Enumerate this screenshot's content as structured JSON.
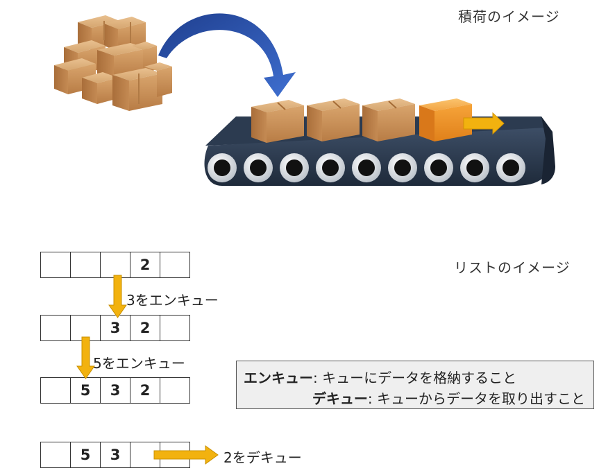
{
  "illustration": {
    "caption": "積荷のイメージ"
  },
  "list_view": {
    "caption": "リストのイメージ",
    "rows": [
      [
        "",
        "",
        "",
        "2",
        ""
      ],
      [
        "",
        "",
        "3",
        "2",
        ""
      ],
      [
        "",
        "5",
        "3",
        "2",
        ""
      ],
      [
        "",
        "5",
        "3",
        "",
        ""
      ]
    ],
    "steps": [
      "3をエンキュー",
      "5をエンキュー",
      "2をデキュー"
    ]
  },
  "legend": {
    "enqueue_term": "エンキュー",
    "enqueue_desc": ": キューにデータを格納すること",
    "dequeue_term": "デキュー",
    "dequeue_desc": ": キューからデータを取り出すこと"
  },
  "colors": {
    "arrow_blue": "#2f5bb5",
    "arrow_yellow": "#f2b20f",
    "box_tan": "#c8915a",
    "box_orange": "#f0962a",
    "belt_dark": "#2b3a4e"
  }
}
